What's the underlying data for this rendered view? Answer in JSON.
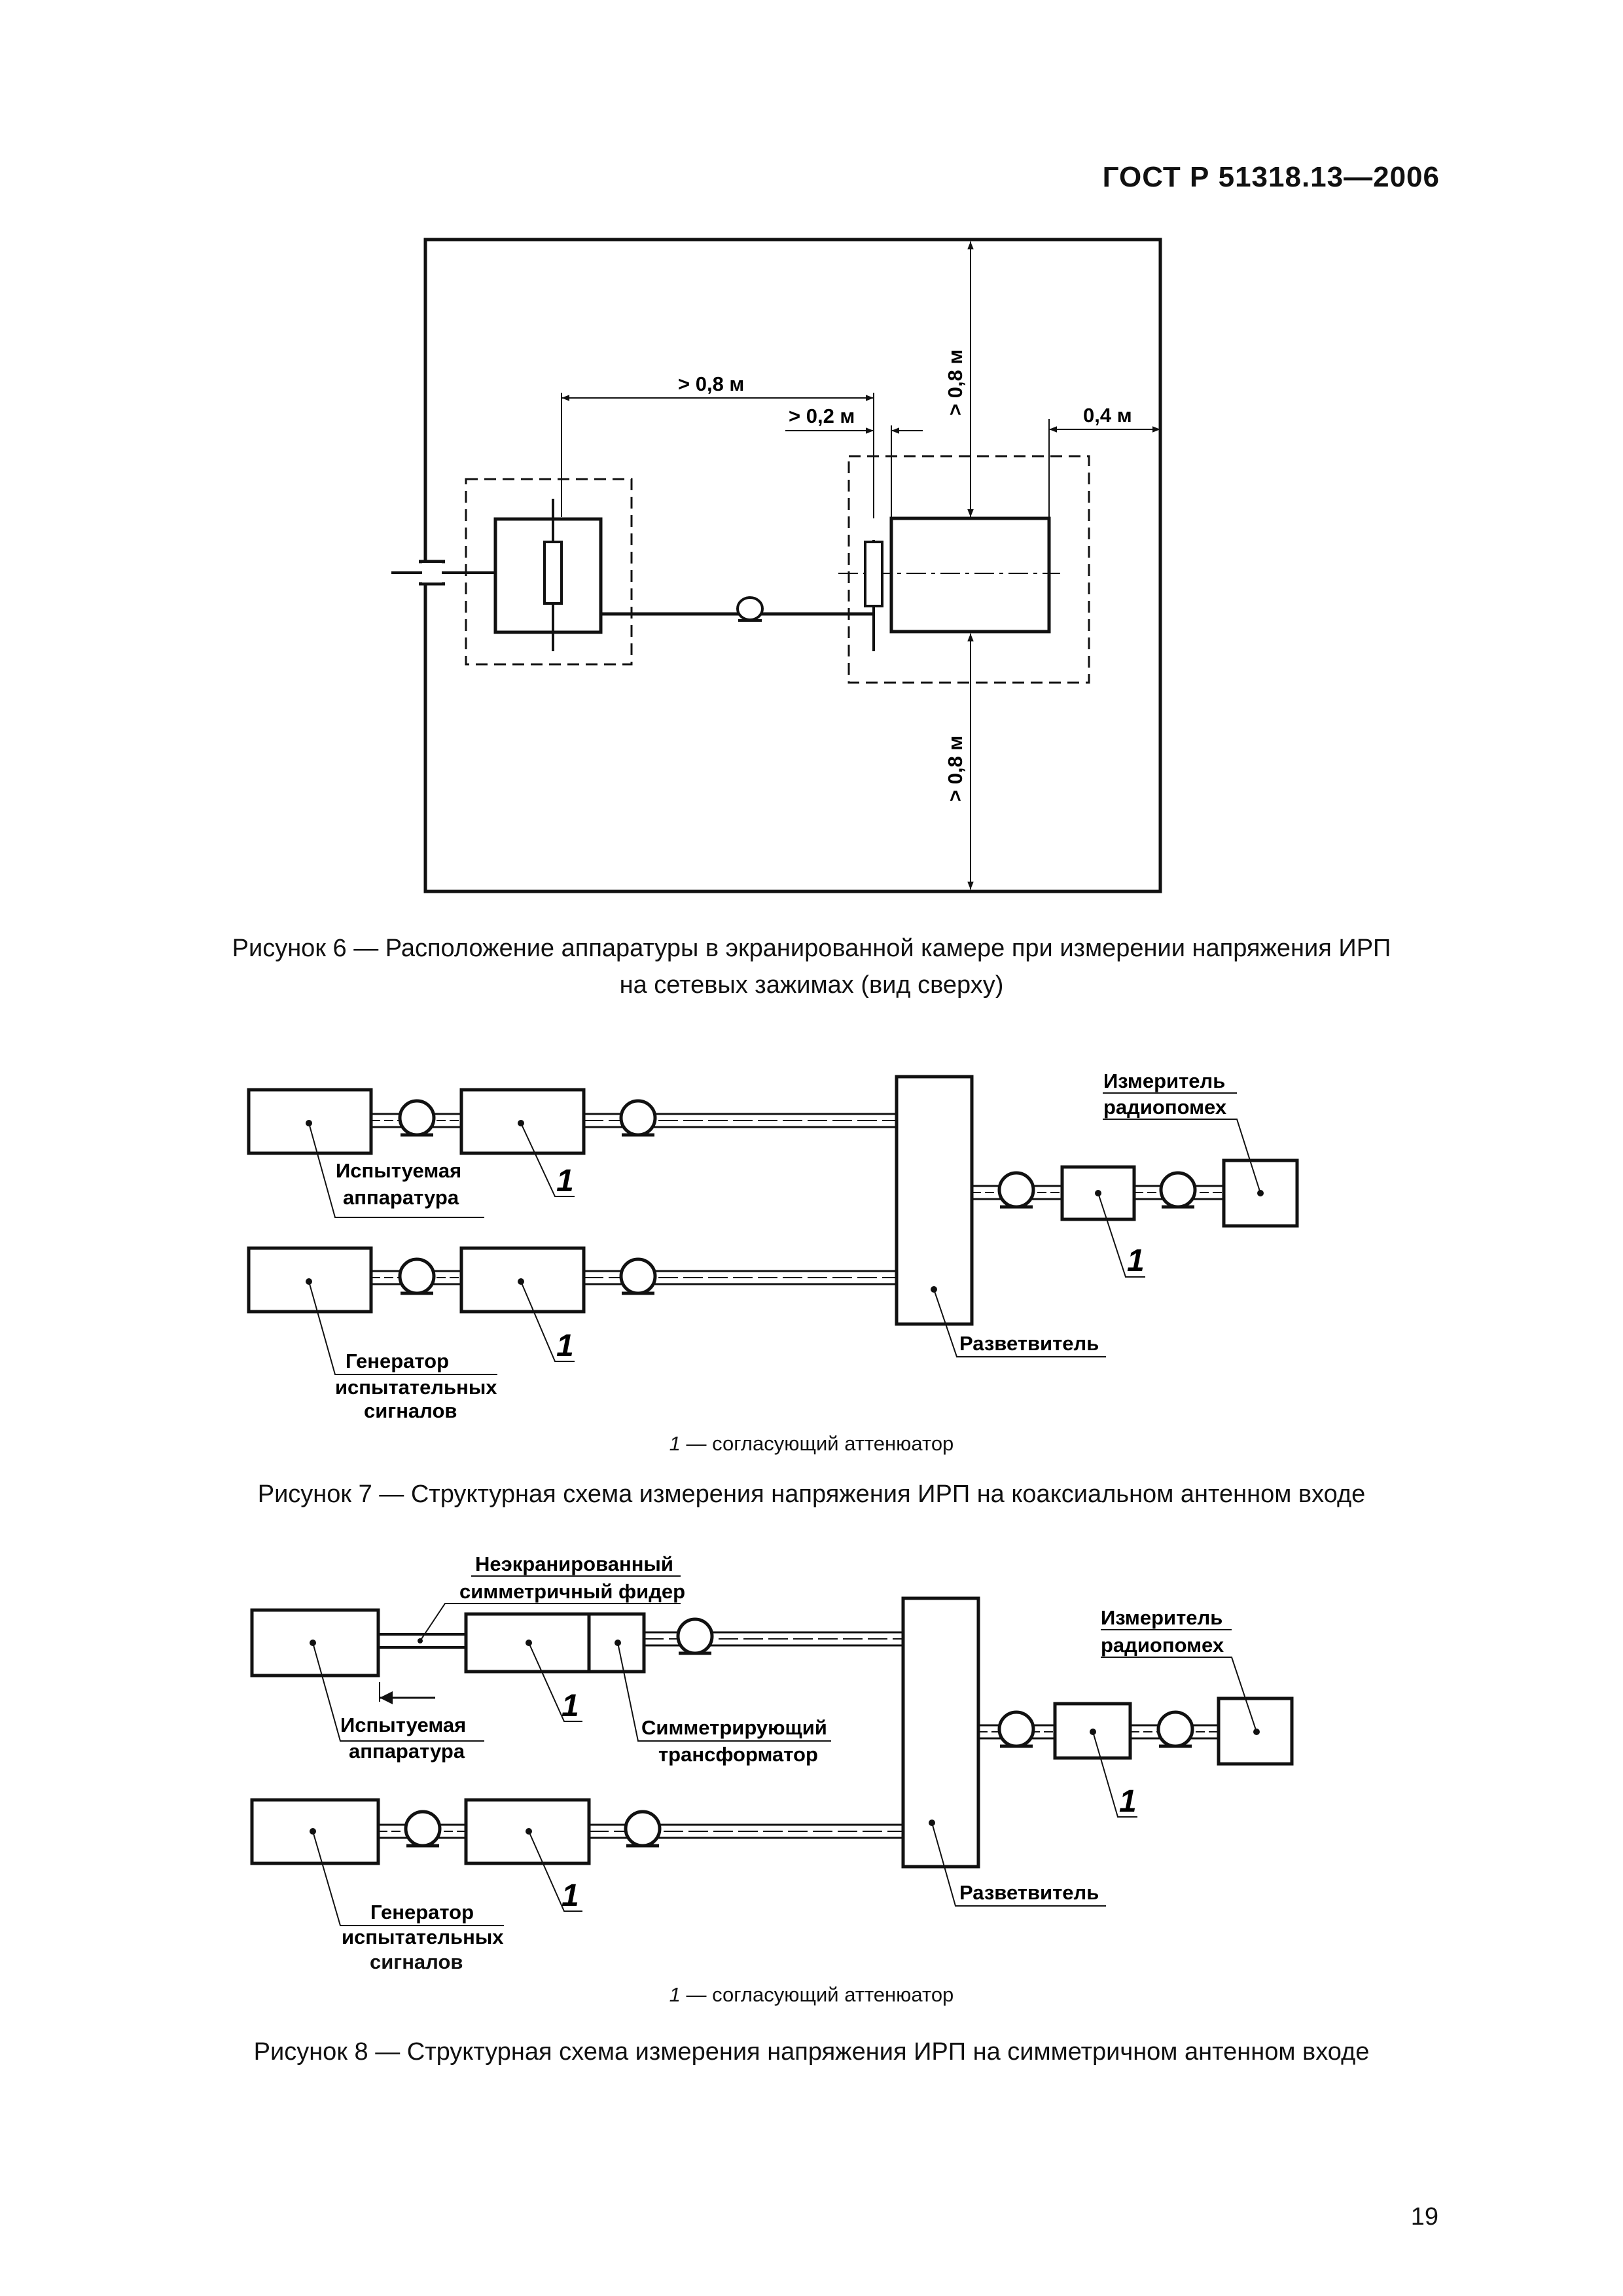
{
  "header": {
    "standard": "ГОСТ Р 51318.13—2006",
    "page_number": "19"
  },
  "figure6": {
    "caption_line1": "Рисунок 6 — Расположение аппаратуры в экранированной камере при измерении напряжения ИРП",
    "caption_line2": "на сетевых зажимах (вид сверху)",
    "dim_top_left": "> 0,8 м",
    "dim_top_mid": "> 0,2 м",
    "dim_vert_top": "> 0,8 м",
    "dim_right": "0,4 м",
    "dim_vert_bottom": "> 0,8 м"
  },
  "figure7": {
    "label_eut_line1": "Испытуемая",
    "label_eut_line2": "аппаратура",
    "label_gen_line1": "Генератор",
    "label_gen_line2": "испытательных",
    "label_gen_line3": "сигналов",
    "label_splitter": "Разветвитель",
    "label_meter_line1": "Измеритель",
    "label_meter_line2": "радиопомех",
    "callout": "1",
    "note_num": "1",
    "note_text": " — согласующий аттенюатор",
    "caption": "Рисунок 7 — Структурная схема измерения напряжения ИРП на коаксиальном антенном входе"
  },
  "figure8": {
    "label_feeder_line1": "Неэкранированный",
    "label_feeder_line2": "симметричный фидер",
    "label_eut_line1": "Испытуемая",
    "label_eut_line2": "аппаратура",
    "label_transformer_line1": "Симметрирующий",
    "label_transformer_line2": "трансформатор",
    "label_gen_line1": "Генератор",
    "label_gen_line2": "испытательных",
    "label_gen_line3": "сигналов",
    "label_splitter": "Разветвитель",
    "label_meter_line1": "Измеритель",
    "label_meter_line2": "радиопомех",
    "callout": "1",
    "note_num": "1",
    "note_text": " — согласующий аттенюатор",
    "caption": "Рисунок 8 — Структурная схема измерения напряжения ИРП на симметричном антенном входе"
  }
}
